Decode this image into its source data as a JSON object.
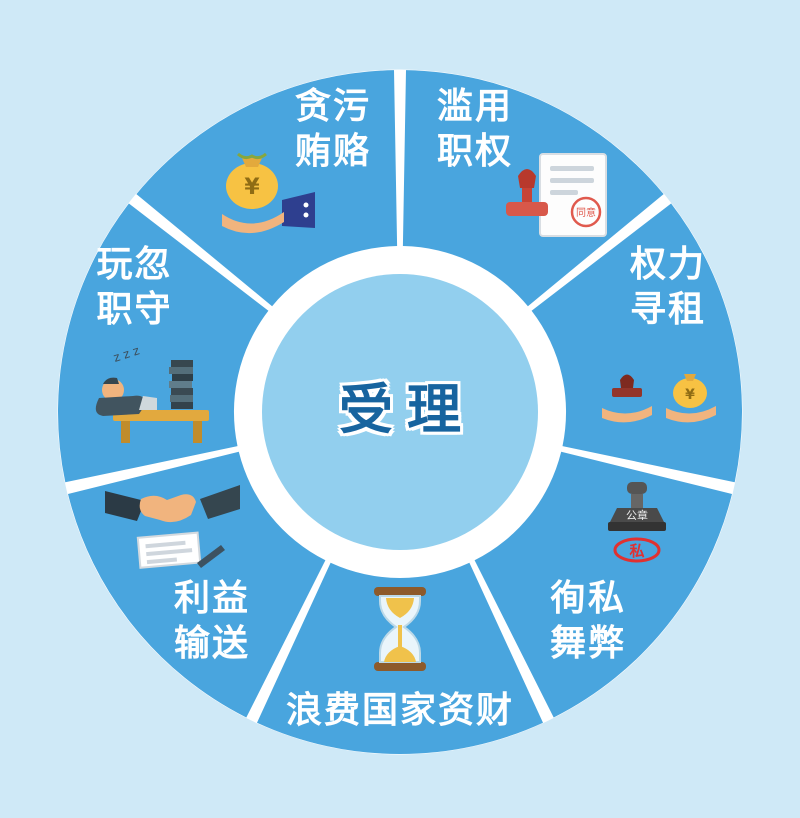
{
  "page": {
    "background_color": "#cfe9f7"
  },
  "wheel": {
    "center_label": "受理",
    "segment_color": "#49a5de",
    "center_circle_color": "#92cfee",
    "center_text_color": "#17649f",
    "gap_color": "#ffffff",
    "label_text_color": "#ffffff"
  },
  "segments": [
    {
      "key": "abuse-of-power",
      "line1": "滥用",
      "line2": "职权",
      "icon": "approval-stamp-document-icon",
      "stamp_text": "同意"
    },
    {
      "key": "power-rent-seeking",
      "line1": "权力",
      "line2": "寻租",
      "icon": "stamp-and-moneybag-icon",
      "currency": "¥"
    },
    {
      "key": "favoritism-fraud",
      "line1": "徇私",
      "line2": "舞弊",
      "icon": "private-seal-icon",
      "seal_top": "公章",
      "seal_mark": "私"
    },
    {
      "key": "wasting-state-funds",
      "label": "浪费国家资财",
      "icon": "hourglass-icon"
    },
    {
      "key": "interest-transfer",
      "line1": "利益",
      "line2": "输送",
      "icon": "handshake-contract-icon"
    },
    {
      "key": "dereliction-of-duty",
      "line1": "玩忽",
      "line2": "职守",
      "icon": "sleeping-at-desk-icon",
      "sleep_text": "z z z"
    },
    {
      "key": "corruption-bribery",
      "line1": "贪污",
      "line2": "贿赂",
      "icon": "moneybag-in-hand-icon",
      "currency": "¥"
    }
  ]
}
